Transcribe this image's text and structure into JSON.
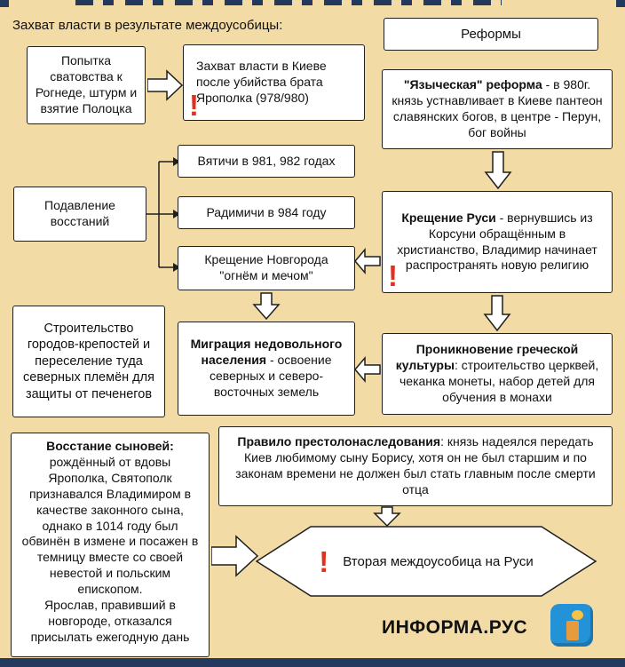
{
  "page": {
    "intro_label": "Захват власти в результате междоусобицы:",
    "brand": "ИНФОРМА.РУС"
  },
  "icons": {
    "exclamation": "!"
  },
  "colors": {
    "background": "#f3dba6",
    "navy": "#24395e",
    "alert_red": "#e0301e",
    "logo_blue": "#2492d6",
    "logo_orange": "#e89b3c",
    "logo_yellow": "#f6c344"
  },
  "boxes": {
    "courtship": "Попытка сватовства к Рогнеде, штурм и взятие Полоцка",
    "seizure": "Захват власти в Киеве после убийства брата Ярополка (978/980)",
    "reforms": "Реформы",
    "pagan_bold": "\"Языческая\" реформа",
    "pagan_rest": " - в 980г. князь устнавливает в Киеве пантеон славянских богов, в центре - Перун, бог войны",
    "vyatichi": "Вятичи в 981, 982 годах",
    "suppression": "Подавление восстаний",
    "radimichi": "Радимичи в 984 году",
    "novgorod": "Крещение Новгорода \"огнём и мечом\"",
    "baptism_bold": "Крещение Руси",
    "baptism_rest": " - вернувшись из Корсуни обращённым в христианство, Владимир начинает распространять новую религию",
    "fortresses": "Строительство городов-крепостей и переселение туда северных племён для защиты от печенегов",
    "migration_bold": "Миграция недовольного населения",
    "migration_rest": " - освоение северных и северо-восточных земель",
    "greek_bold": "Проникновение греческой культуры",
    "greek_rest": ": строительство церквей, чеканка монеты, набор детей для обучения в монахи",
    "revolt_bold": "Восстание сыновей:",
    "revolt_rest1": "рождённый от вдовы Ярополка, Святополк признавался Владимиром в качестве законного сына, однако в 1014 году был обвинён в измене и посажен в темницу вместе со своей невестой и польским епископом.",
    "revolt_rest2": "Ярослав, правивший в новгороде, отказался присылать ежегодную дань",
    "succession_bold": "Правило престолонаследования",
    "succession_rest": ": князь надеялся передать Киев любимому сыну Борису, хотя он не был старшим и по законам времени не должен был стать главным после смерти отца",
    "feud": "Вторая междоусобица на Руси"
  }
}
